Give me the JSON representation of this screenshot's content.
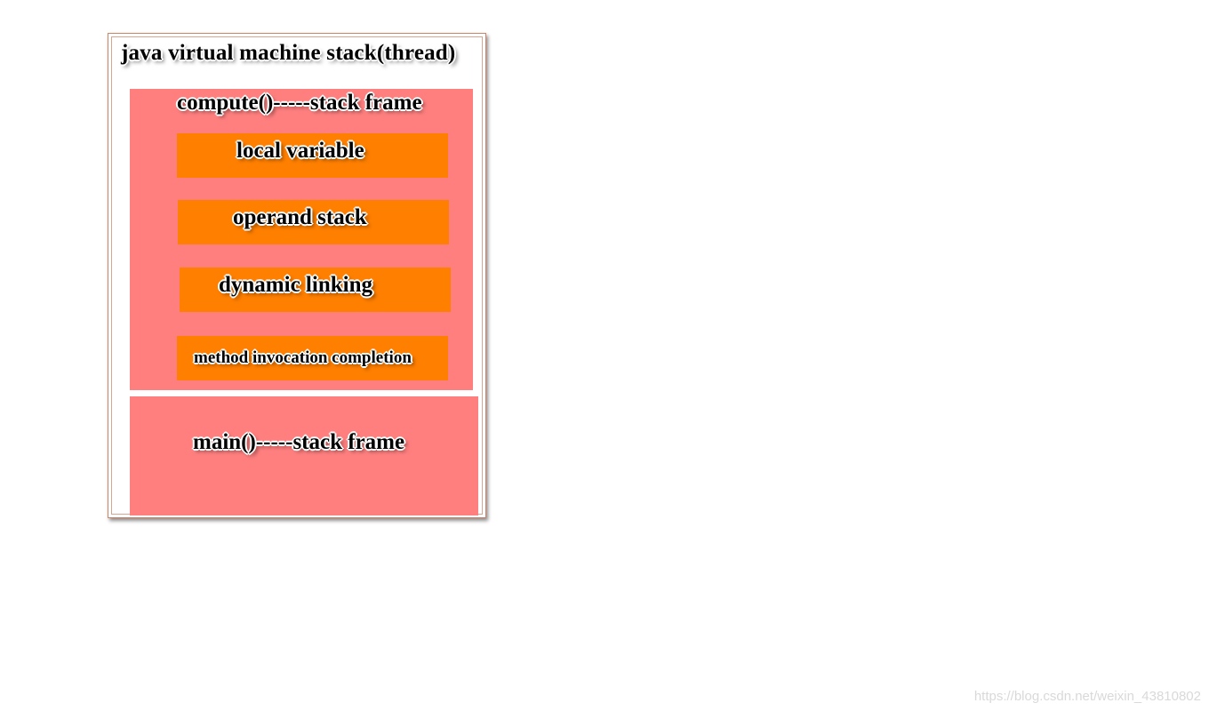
{
  "diagram": {
    "stack_title": "java  virtual  machine stack(thread)",
    "compute_frame": {
      "title": "compute()-----stack  frame",
      "slots": [
        "local variable",
        "operand stack",
        "dynamic linking",
        "method invocation completion"
      ]
    },
    "main_frame": {
      "title": "main()-----stack  frame"
    }
  },
  "colors": {
    "frame": "#ff7f7f",
    "slot": "#ff7f00",
    "border": "#c8876a"
  },
  "watermark": "https://blog.csdn.net/weixin_43810802"
}
